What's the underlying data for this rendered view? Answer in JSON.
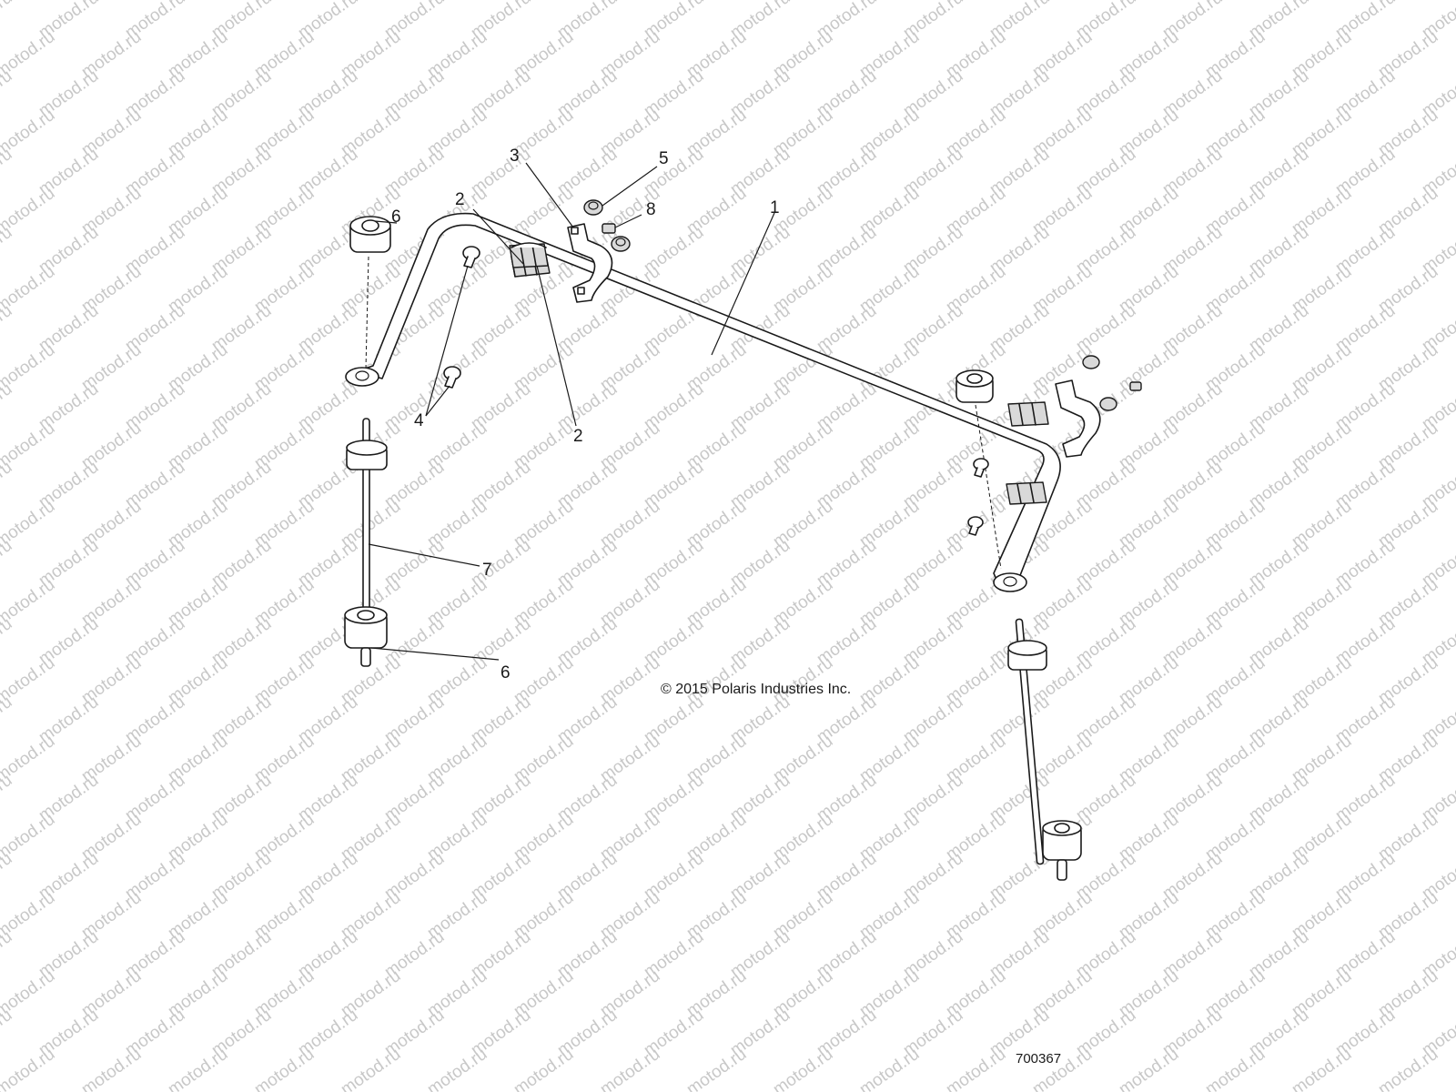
{
  "watermark": "motod.ru",
  "callouts": {
    "c1": "1",
    "c2a": "2",
    "c2b": "2",
    "c3": "3",
    "c4": "4",
    "c5": "5",
    "c6a": "6",
    "c6b": "6",
    "c7": "7",
    "c8": "8"
  },
  "copyright": "© 2015 Polaris Industries Inc.",
  "figure_number": "700367",
  "colors": {
    "line": "#1a1a1a",
    "watermark": "#c8c8c8",
    "background": "#ffffff"
  }
}
